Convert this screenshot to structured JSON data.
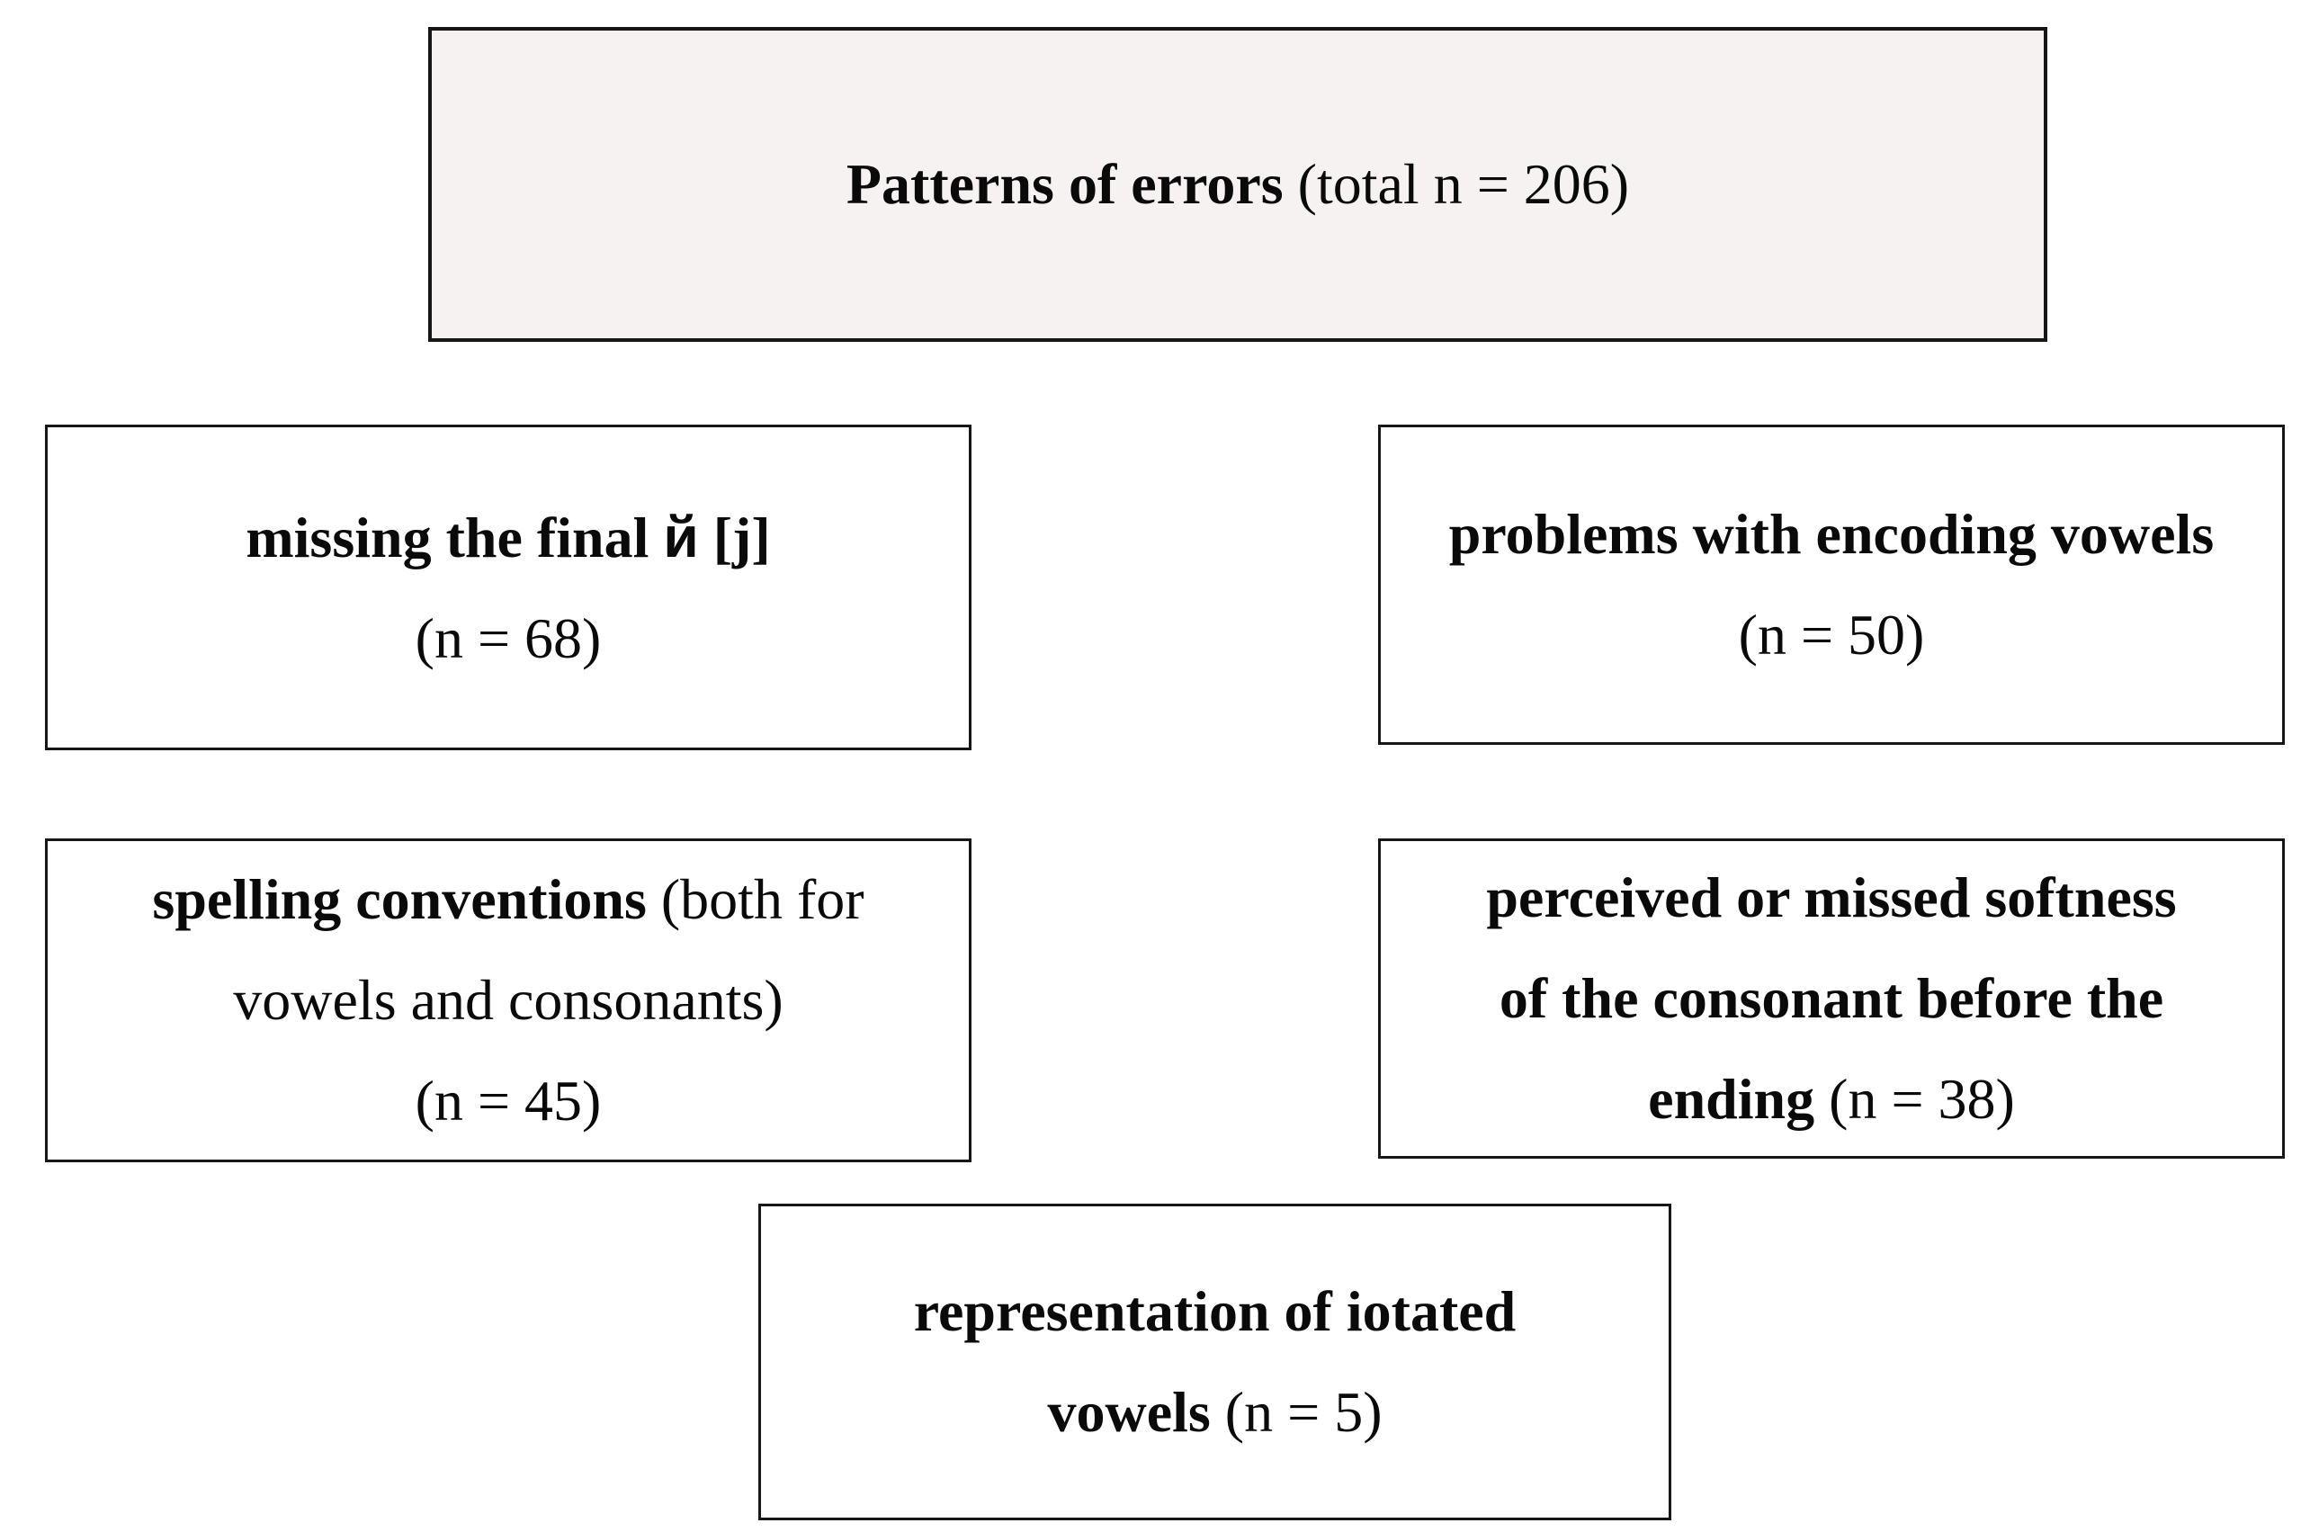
{
  "figure": {
    "background": "#ffffff",
    "border_color": "#161616",
    "root_fill": "#f7f2f2",
    "node_fill": "#ffffff",
    "text_color": "#0a0a0a"
  },
  "nodes": {
    "root": {
      "title_bold": "Patterns of errors",
      "title_rest": " (total n = 206)"
    },
    "missing_final_j": {
      "bold_pre": "missing the final ",
      "cyrillic": "й",
      "bold_post": " [j]",
      "count": "(n = 68)"
    },
    "encoding_vowels": {
      "title_bold": "problems with encoding vowels",
      "count": "(n = 50)"
    },
    "spelling_conventions": {
      "line1_bold": "spelling conventions",
      "line1_rest": " (both for",
      "line2": "vowels and consonants)",
      "count": "(n = 45)"
    },
    "softness": {
      "line1_bold": "perceived or missed softness",
      "line2_bold": "of the consonant before the",
      "line3_bold": "ending",
      "line3_rest": " (n = 38)"
    },
    "iotated": {
      "line1_bold": "representation of iotated",
      "line2_bold": "vowels",
      "line2_rest": " (n = 5)"
    }
  }
}
